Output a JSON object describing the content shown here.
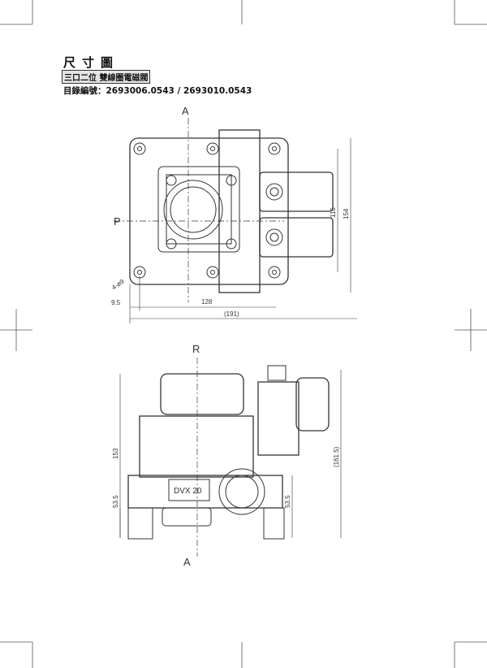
{
  "header": {
    "title": "尺寸圖",
    "subtitle": "三口二位 雙線圈電磁閥",
    "catalog": "目錄編號：2693006.0543 / 2693010.0543"
  },
  "top_view": {
    "port_a": "A",
    "port_p": "P",
    "hole_note": "4-ø9",
    "dim_offset": "9.5",
    "dim_width": "128",
    "dim_total": "(191)",
    "dim_height_inner": "116",
    "dim_height_total": "154"
  },
  "side_view": {
    "port_r": "R",
    "port_a": "A",
    "model_label": "DVX 20",
    "dim_height": "153",
    "dim_left_lower": "53.5",
    "dim_right_lower": "53.5",
    "dim_total_height": "(161.5)"
  }
}
